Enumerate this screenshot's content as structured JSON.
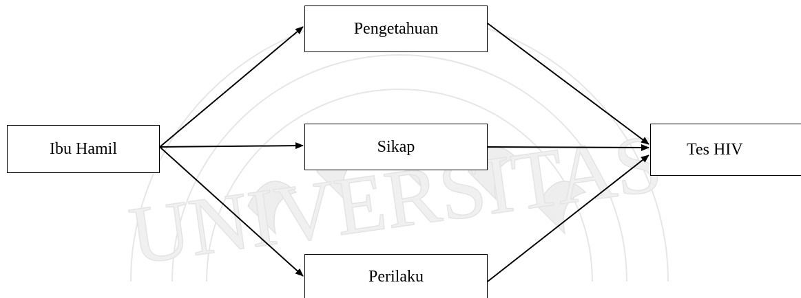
{
  "diagram": {
    "nodes": {
      "ibu_hamil": "Ibu Hamil",
      "pengetahuan": "Pengetahuan",
      "sikap": "Sikap",
      "perilaku": "Perilaku",
      "tes_hiv": "Tes HIV"
    },
    "edges": [
      {
        "from": "ibu_hamil",
        "to": "pengetahuan"
      },
      {
        "from": "ibu_hamil",
        "to": "sikap"
      },
      {
        "from": "ibu_hamil",
        "to": "perilaku"
      },
      {
        "from": "pengetahuan",
        "to": "tes_hiv"
      },
      {
        "from": "sikap",
        "to": "tes_hiv"
      },
      {
        "from": "perilaku",
        "to": "tes_hiv"
      }
    ]
  },
  "watermark": {
    "text": "UNIVERSITAS",
    "color": "#dcdcdc"
  }
}
